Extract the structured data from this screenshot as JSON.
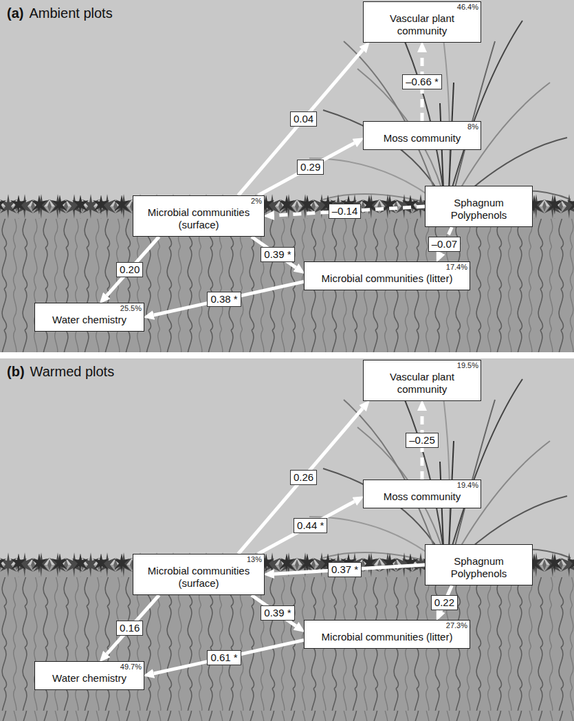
{
  "diagram": {
    "nodes": [
      {
        "text": [
          "(a)",
          "Ambient plots"
        ]
      },
      {
        "text": [
          "Vascular plant community",
          "46.4%"
        ],
        "in": 0
      },
      {
        "text": [
          "Moss community",
          "8%"
        ],
        "in": 0
      },
      {
        "text": [
          "Microbial communities (surface)",
          "2%"
        ],
        "in": 0
      },
      {
        "text": [
          "Sphagnum Polyphenols"
        ],
        "in": 0
      },
      {
        "text": [
          "Microbial communities (litter)",
          "17.4%"
        ],
        "in": 0
      },
      {
        "text": [
          "Water chemistry",
          "25.5%"
        ],
        "in": 0
      },
      {
        "text": [
          "(b)",
          "Warmed plots"
        ]
      },
      {
        "text": [
          "Vascular plant community",
          "19.5%"
        ],
        "in": 7
      },
      {
        "text": [
          "Moss community",
          "19.4%"
        ],
        "in": 7
      },
      {
        "text": [
          "Microbial communities (surface)",
          "13%"
        ],
        "in": 7
      },
      {
        "text": [
          "Sphagnum Polyphenols"
        ],
        "in": 7
      },
      {
        "text": [
          "Microbial communities (litter)",
          "27.3%"
        ],
        "in": 7
      },
      {
        "text": [
          "Water chemistry",
          "49.7%"
        ],
        "in": 7
      }
    ],
    "edges": [
      {
        "from": 3,
        "to": 1,
        "arrow": "to",
        "label": "0.04"
      },
      {
        "from": 3,
        "to": 2,
        "arrow": "to",
        "label": "0.29"
      },
      {
        "from": 2,
        "to": 1,
        "arrow": "to",
        "label": "–0.66 *"
      },
      {
        "from": 4,
        "to": 3,
        "arrow": "to",
        "label": "–0.14"
      },
      {
        "from": 3,
        "to": 5,
        "arrow": "to",
        "label": "0.39 *"
      },
      {
        "from": 4,
        "to": 5,
        "arrow": "to",
        "label": "–0.07"
      },
      {
        "from": 3,
        "to": 6,
        "arrow": "to",
        "label": "0.20"
      },
      {
        "from": 5,
        "to": 6,
        "arrow": "to",
        "label": "0.38 *"
      },
      {
        "from": 10,
        "to": 8,
        "arrow": "to",
        "label": "0.26"
      },
      {
        "from": 10,
        "to": 9,
        "arrow": "to",
        "label": "0.44 *"
      },
      {
        "from": 9,
        "to": 8,
        "arrow": "to",
        "label": "–0.25"
      },
      {
        "from": 11,
        "to": 10,
        "arrow": "to",
        "label": "0.37 *"
      },
      {
        "from": 10,
        "to": 12,
        "arrow": "to",
        "label": "0.39 *"
      },
      {
        "from": 11,
        "to": 12,
        "arrow": "to",
        "label": "0.22"
      },
      {
        "from": 10,
        "to": 13,
        "arrow": "to",
        "label": "0.16"
      },
      {
        "from": 12,
        "to": 13,
        "arrow": "to",
        "label": "0.61 *"
      }
    ]
  }
}
